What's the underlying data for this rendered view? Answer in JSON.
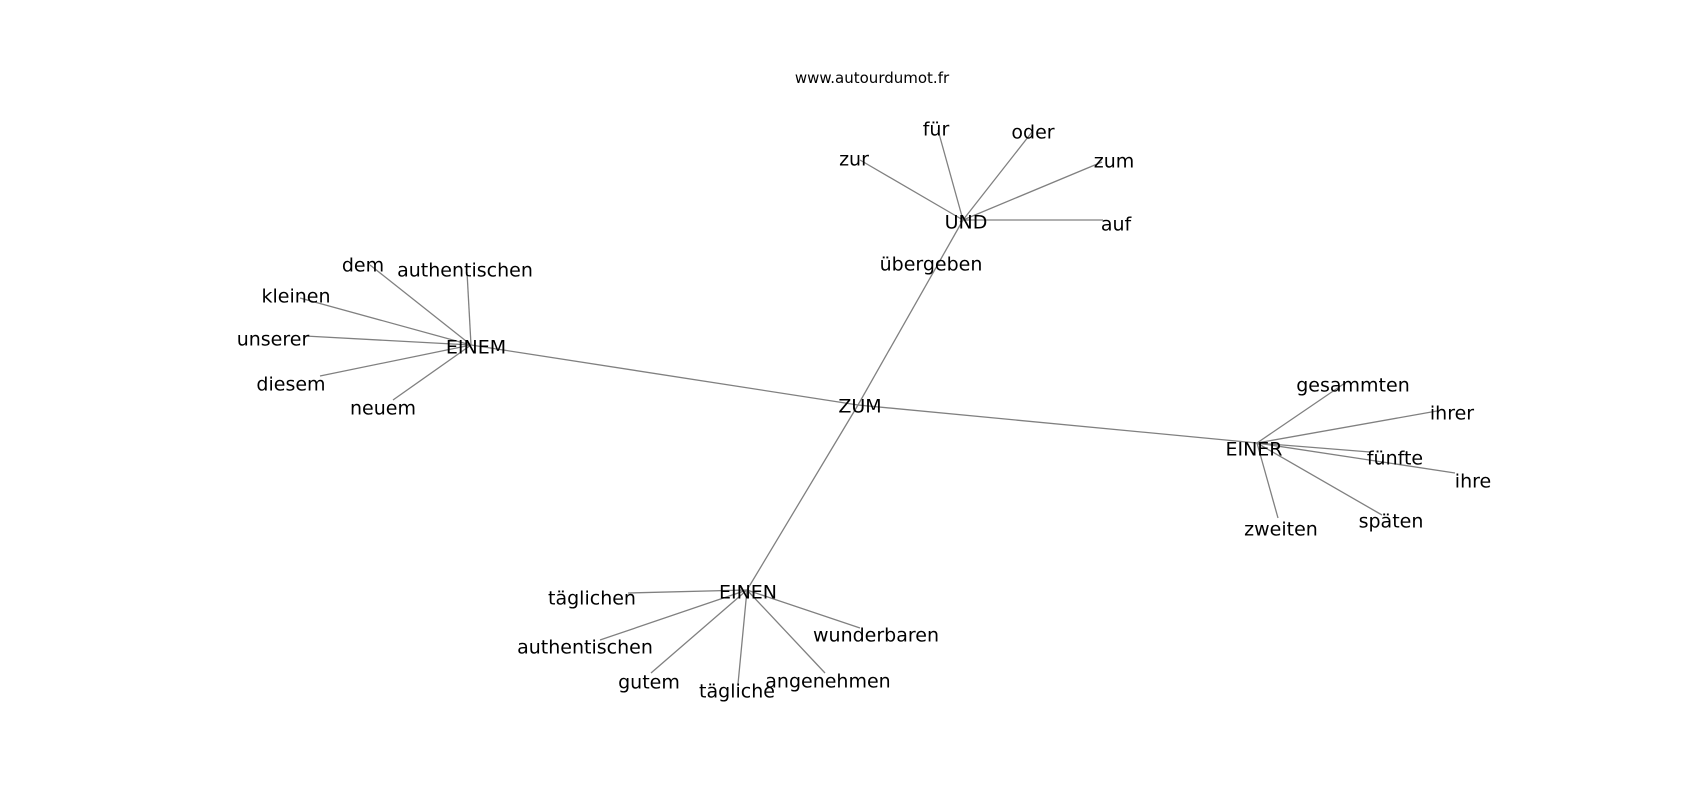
{
  "site_label": "www.autourdumot.fr",
  "center": {
    "id": "zum_center",
    "label": "ZUM"
  },
  "hubs": [
    {
      "id": "und",
      "label": "UND",
      "leaves": [
        {
          "id": "zur",
          "label": "zur"
        },
        {
          "id": "fuer",
          "label": "für"
        },
        {
          "id": "oder",
          "label": "oder"
        },
        {
          "id": "zum",
          "label": "zum"
        },
        {
          "id": "auf",
          "label": "auf"
        },
        {
          "id": "uebergeben",
          "label": "übergeben"
        }
      ]
    },
    {
      "id": "einem",
      "label": "EINEM",
      "leaves": [
        {
          "id": "dem",
          "label": "dem"
        },
        {
          "id": "authentischen_m",
          "label": "authentischen"
        },
        {
          "id": "kleinen",
          "label": "kleinen"
        },
        {
          "id": "unserer",
          "label": "unserer"
        },
        {
          "id": "diesem",
          "label": "diesem"
        },
        {
          "id": "neuem",
          "label": "neuem"
        }
      ]
    },
    {
      "id": "einer",
      "label": "EINER",
      "leaves": [
        {
          "id": "gesammten",
          "label": "gesammten"
        },
        {
          "id": "ihrer",
          "label": "ihrer"
        },
        {
          "id": "fuenfte",
          "label": "fünfte"
        },
        {
          "id": "ihre",
          "label": "ihre"
        },
        {
          "id": "spaeten",
          "label": "späten"
        },
        {
          "id": "zweiten",
          "label": "zweiten"
        }
      ]
    },
    {
      "id": "einen",
      "label": "EINEN",
      "leaves": [
        {
          "id": "taeglichen",
          "label": "täglichen"
        },
        {
          "id": "authentischen_n",
          "label": "authentischen"
        },
        {
          "id": "gutem",
          "label": "gutem"
        },
        {
          "id": "taegliche",
          "label": "tägliche"
        },
        {
          "id": "angenehmen",
          "label": "angenehmen"
        },
        {
          "id": "wunderbaren",
          "label": "wunderbaren"
        }
      ]
    }
  ]
}
